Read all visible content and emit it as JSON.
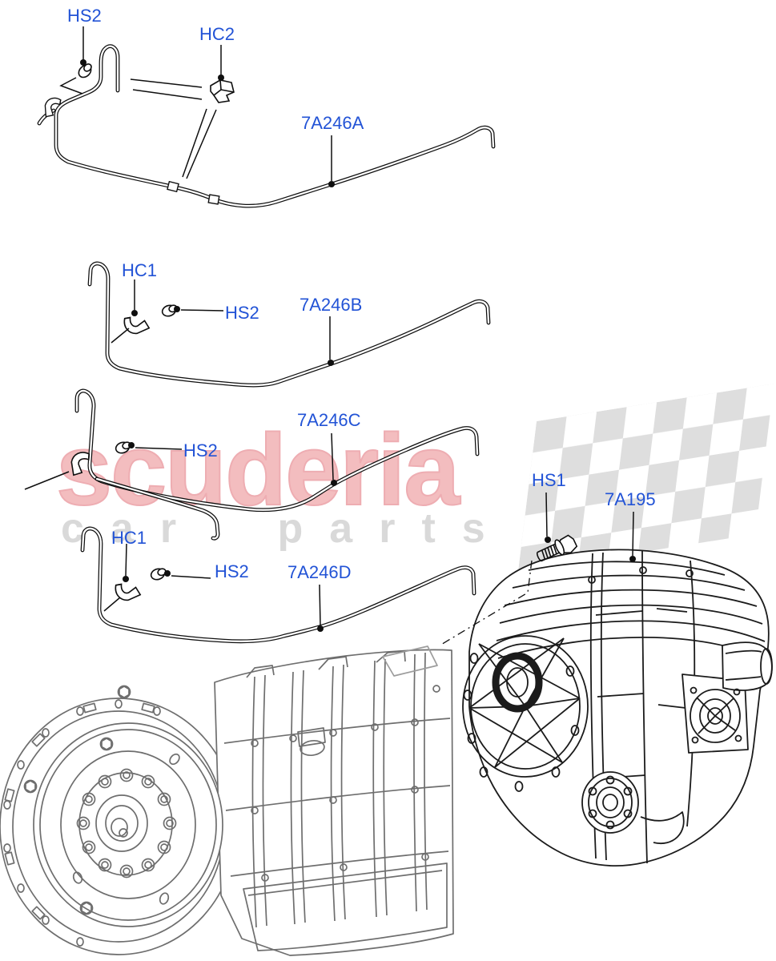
{
  "watermark": {
    "brand": "scuderia",
    "tagline": "car parts",
    "brand_color": "#f3bdbf",
    "tagline_color": "#d9d9d9",
    "flag_color": "#dedede"
  },
  "palette": {
    "label_blue": "#2253d6",
    "line_black": "#0f0f0f",
    "transmission_gray": "#6e6e6e"
  },
  "callouts": {
    "pipe_a": {
      "screw": "HS2",
      "clip": "HC2",
      "part": "7A246A"
    },
    "pipe_b": {
      "clip": "HC1",
      "screw": "HS2",
      "part": "7A246B"
    },
    "pipe_c": {
      "screw": "HS2",
      "part": "7A246C"
    },
    "pipe_d": {
      "clip": "HC1",
      "screw": "HS2",
      "part": "7A246D"
    },
    "transfer_case": {
      "bolt": "HS1",
      "part": "7A195"
    }
  }
}
